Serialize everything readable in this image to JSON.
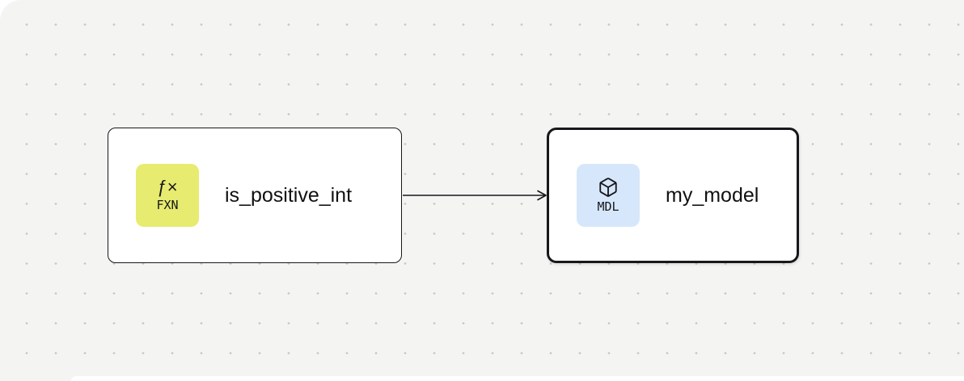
{
  "canvas": {
    "type": "node-graph",
    "background_color": "#f4f4f2",
    "dot_color": "#c9c9c7"
  },
  "nodes": [
    {
      "label": "is_positive_int",
      "badge": {
        "icon": "function-icon",
        "icon_glyph": "ƒ×",
        "text": "FXN",
        "color": "#e7eb6f"
      },
      "selected": false
    },
    {
      "label": "my_model",
      "badge": {
        "icon": "cube-icon",
        "text": "MDL",
        "color": "#d7e7fb"
      },
      "selected": true
    }
  ],
  "edges": [
    {
      "from": "is_positive_int",
      "to": "my_model",
      "direction": "right"
    }
  ]
}
